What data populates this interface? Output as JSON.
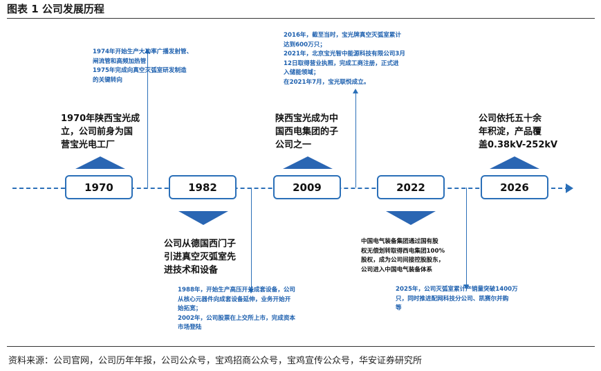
{
  "figure_title": "图表 1  公司发展历程",
  "source": "资料来源：公司官网，公司历年年报，公司公众号，宝鸡招商公众号，宝鸡宣传公众号，华安证券研究所",
  "years": [
    "1970",
    "1982",
    "2009",
    "2022",
    "2026"
  ],
  "events_above": {
    "e1970": [
      "1970年陕西宝光成",
      "立，公司前身为国",
      "营宝光电工厂"
    ],
    "e2009": [
      "陕西宝光成为中",
      "国西电集团的子",
      "公司之一"
    ],
    "e2026": [
      "公司依托五十余",
      "年积淀，产品覆",
      "盖0.38kV-252kV"
    ]
  },
  "events_below": {
    "e1982": [
      "公司从德国西门子",
      "引进真空灭弧室先",
      "进技术和设备"
    ],
    "e2022": [
      "中国电气装备集团通过国有股",
      "权无偿划转取得西电集团100%",
      "股权，成为公司间接控股股东，",
      "公司进入中国电气装备体系"
    ]
  },
  "notes": {
    "n1974": [
      "1974年开始生产大功率广播发射管、",
      "闸流管和高频加热管",
      "1975年完成向真空灭弧室研发制造",
      "的关键转向"
    ],
    "n2016": [
      "2016年，截至当时，宝光牌真空灭弧室累计",
      "达到600万只；",
      "2021年，北京宝光智中能源科技有限公司3月",
      "12日取得营业执照，完成工商注册，正式进",
      "入储能领域；",
      "在2021年7月，宝光联悦成立。"
    ],
    "n1988": [
      "1988年，开始生产高压开关成套设备，公司",
      "从核心元器件向成套设备延伸，业务开始开",
      "始拓宽；",
      "2002年，公司股票在上交所上市，完成资本",
      "市场登陆"
    ],
    "n2025": [
      "2025年，公司灭弧室累计产销量突破1400万",
      "只，同时推进配网科技分公司、凯赛尔并购",
      "等"
    ]
  }
}
